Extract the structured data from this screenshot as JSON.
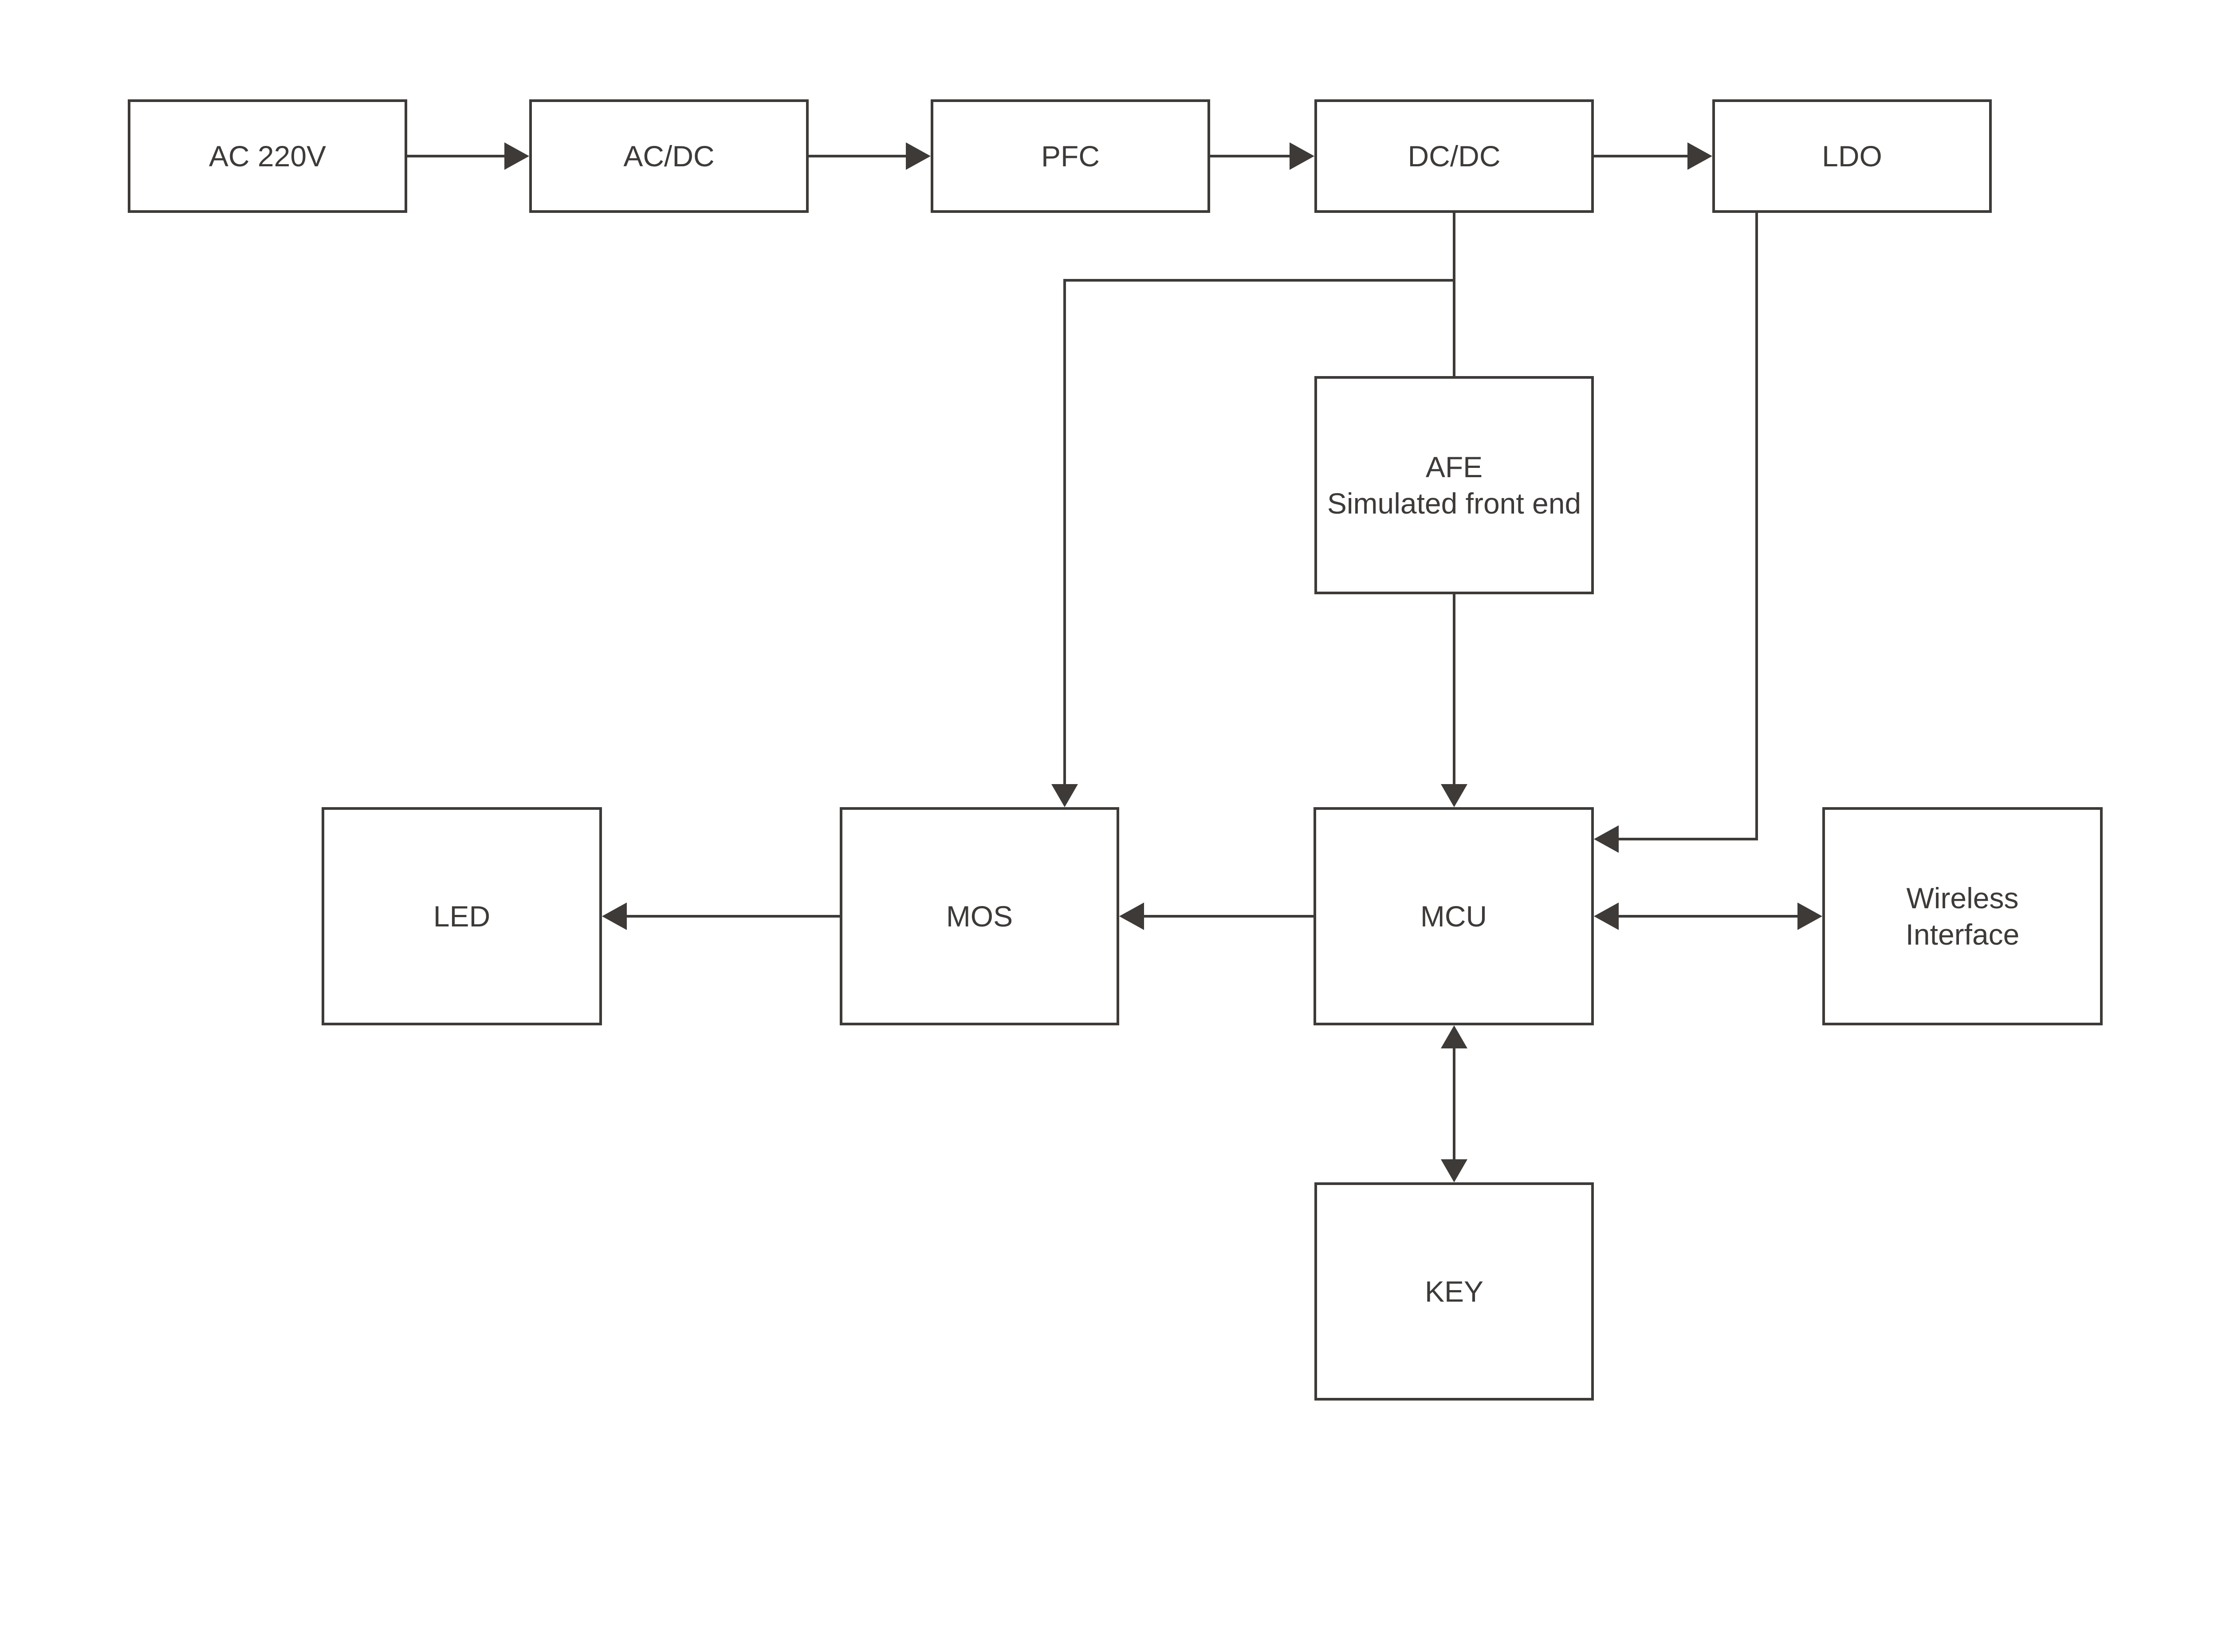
{
  "diagram": {
    "title": "",
    "type": "block-diagram",
    "colors": {
      "stroke": "#3d3a38",
      "text": "#3d3a38",
      "background": "#ffffff"
    },
    "nodes": {
      "ac220v": {
        "lines": [
          "AC 220V"
        ]
      },
      "acdc": {
        "lines": [
          "AC/DC"
        ]
      },
      "pfc": {
        "lines": [
          "PFC"
        ]
      },
      "dcdc": {
        "lines": [
          "DC/DC"
        ]
      },
      "ldo": {
        "lines": [
          "LDO"
        ]
      },
      "afe": {
        "lines": [
          "AFE",
          "Simulated front end"
        ]
      },
      "led": {
        "lines": [
          "LED"
        ]
      },
      "mos": {
        "lines": [
          "MOS"
        ]
      },
      "mcu": {
        "lines": [
          "MCU"
        ]
      },
      "wireless": {
        "lines": [
          "Wireless",
          "Interface"
        ]
      },
      "key": {
        "lines": [
          "KEY"
        ]
      }
    },
    "edges": [
      {
        "from": "ac220v",
        "to": "acdc",
        "direction": "forward"
      },
      {
        "from": "acdc",
        "to": "pfc",
        "direction": "forward"
      },
      {
        "from": "pfc",
        "to": "dcdc",
        "direction": "forward"
      },
      {
        "from": "dcdc",
        "to": "ldo",
        "direction": "forward"
      },
      {
        "from": "dcdc",
        "to": "afe",
        "direction": "plain"
      },
      {
        "from": "dcdc",
        "to": "mos",
        "direction": "forward"
      },
      {
        "from": "afe",
        "to": "mcu",
        "direction": "forward"
      },
      {
        "from": "ldo",
        "to": "mcu",
        "direction": "forward"
      },
      {
        "from": "mcu",
        "to": "mos",
        "direction": "forward"
      },
      {
        "from": "mos",
        "to": "led",
        "direction": "forward"
      },
      {
        "from": "mcu",
        "to": "wireless",
        "direction": "bidirectional"
      },
      {
        "from": "mcu",
        "to": "key",
        "direction": "bidirectional"
      }
    ]
  }
}
